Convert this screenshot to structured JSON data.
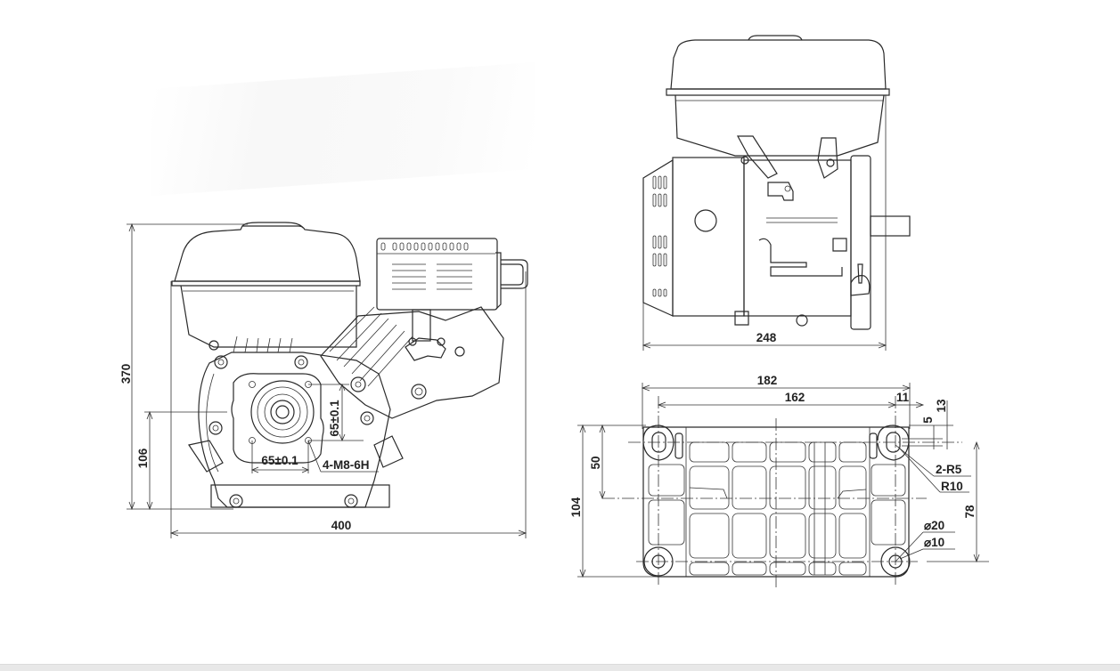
{
  "drawing": {
    "title": "Engine dimensional drawing",
    "line_color": "#2a2a2a",
    "background": "#ffffff"
  },
  "front_view": {
    "height_total": "370",
    "shaft_height": "106",
    "width_total": "400",
    "bolt_spacing_h": "65±0.1",
    "bolt_spacing_v": "65±0.1",
    "thread_spec": "4-M8-6H"
  },
  "side_view": {
    "depth_total": "248"
  },
  "base_view": {
    "outer_length": "182",
    "hole_spacing": "162",
    "edge_offset": "11",
    "slot_offset_13": "13",
    "slot_width_5": "5",
    "slot_radius": "2-R5",
    "corner_radius": "R10",
    "base_width": "104",
    "center_offset": "50",
    "hole_spacing_v": "78",
    "boss_diameter": "⌀20",
    "hole_diameter": "⌀10"
  }
}
